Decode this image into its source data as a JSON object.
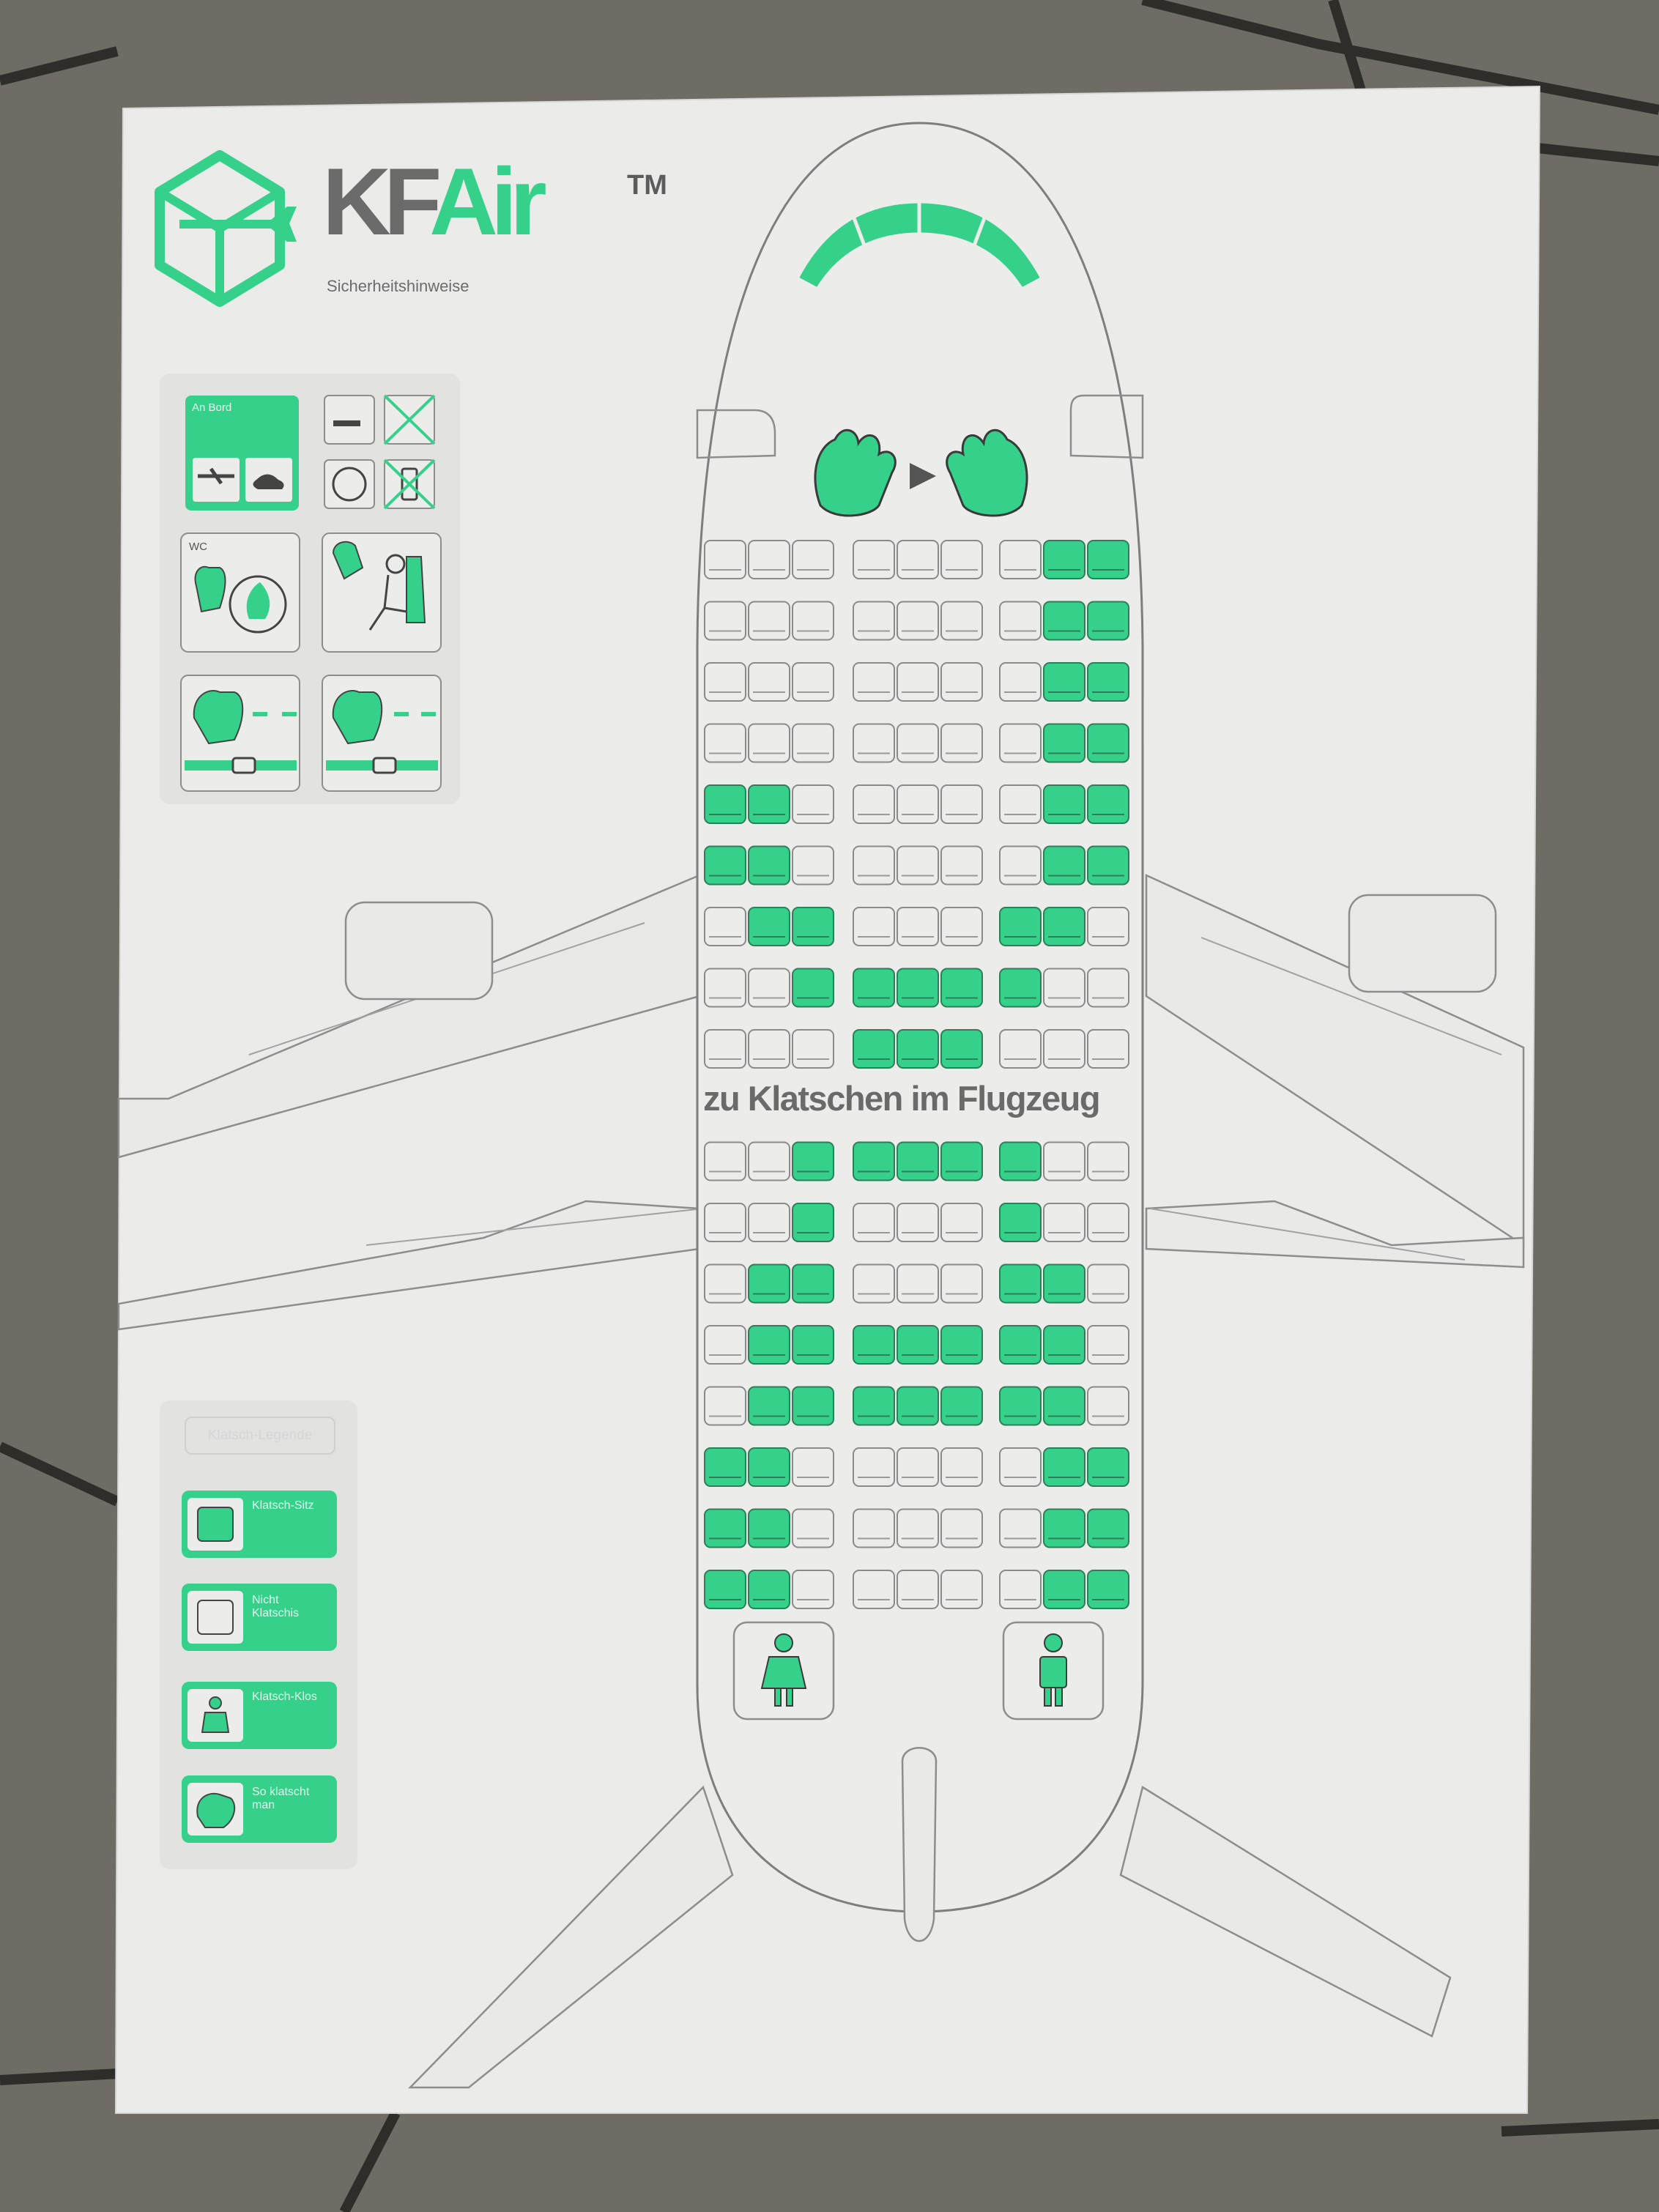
{
  "brand": {
    "name_part1": "KF",
    "name_part2": "Air",
    "trademark": "TM",
    "subtitle": "Sicherheitshinweise"
  },
  "headline": "zu Klatschen im Flugzeug",
  "safety_panel": {
    "on_board_label": "An Bord",
    "wc_label": "WC"
  },
  "legend": {
    "title": "Klatsch-Legende",
    "items": [
      {
        "label": "Klatsch-Sitz",
        "icon": "green-seat-icon"
      },
      {
        "label": "Nicht Klatschis",
        "icon": "white-seat-icon"
      },
      {
        "label": "Klatsch-Klos",
        "icon": "toilet-person-icon"
      },
      {
        "label": "So klatscht man",
        "icon": "clapping-hands-icon"
      }
    ]
  },
  "colors": {
    "accent_green": "#35d18a",
    "paper": "#ececeb",
    "line_gray": "#8a8a8a",
    "text_gray": "#6a6a6a"
  },
  "seat_map": {
    "seats_per_row": 9,
    "row_labels_note": "",
    "rows": [
      [
        0,
        0,
        0,
        0,
        0,
        0,
        0,
        1,
        1
      ],
      [
        0,
        0,
        0,
        0,
        0,
        0,
        0,
        1,
        1
      ],
      [
        0,
        0,
        0,
        0,
        0,
        0,
        0,
        1,
        1
      ],
      [
        0,
        0,
        0,
        0,
        0,
        0,
        0,
        1,
        1
      ],
      [
        1,
        1,
        0,
        0,
        0,
        0,
        0,
        1,
        1
      ],
      [
        1,
        1,
        0,
        0,
        0,
        0,
        0,
        1,
        1
      ],
      [
        0,
        1,
        1,
        0,
        0,
        0,
        1,
        1,
        0
      ],
      [
        0,
        0,
        1,
        1,
        1,
        1,
        1,
        0,
        0
      ],
      [
        0,
        0,
        0,
        1,
        1,
        1,
        0,
        0,
        0
      ],
      [
        0,
        0,
        1,
        1,
        1,
        1,
        1,
        0,
        0
      ],
      [
        0,
        0,
        1,
        0,
        0,
        0,
        1,
        0,
        0
      ],
      [
        0,
        1,
        1,
        0,
        0,
        0,
        1,
        1,
        0
      ],
      [
        0,
        1,
        1,
        1,
        1,
        1,
        1,
        1,
        0
      ],
      [
        0,
        1,
        1,
        1,
        1,
        1,
        1,
        1,
        0
      ],
      [
        1,
        1,
        0,
        0,
        0,
        0,
        0,
        1,
        1
      ],
      [
        1,
        1,
        0,
        0,
        0,
        0,
        0,
        1,
        1
      ],
      [
        1,
        1,
        0,
        0,
        0,
        0,
        0,
        1,
        1
      ]
    ]
  }
}
